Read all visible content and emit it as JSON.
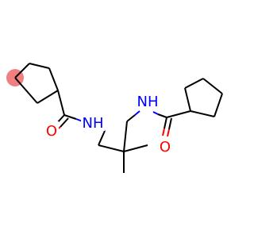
{
  "molecule": {
    "atoms": {
      "nh_left": {
        "label": "NH",
        "color": "#0000ff"
      },
      "nh_right": {
        "label": "NH",
        "color": "#0000ff"
      },
      "o_left": {
        "label": "O",
        "color": "#ff0000"
      },
      "o_right": {
        "label": "O",
        "color": "#ff0000"
      }
    },
    "highlight_color": "#f08080"
  }
}
